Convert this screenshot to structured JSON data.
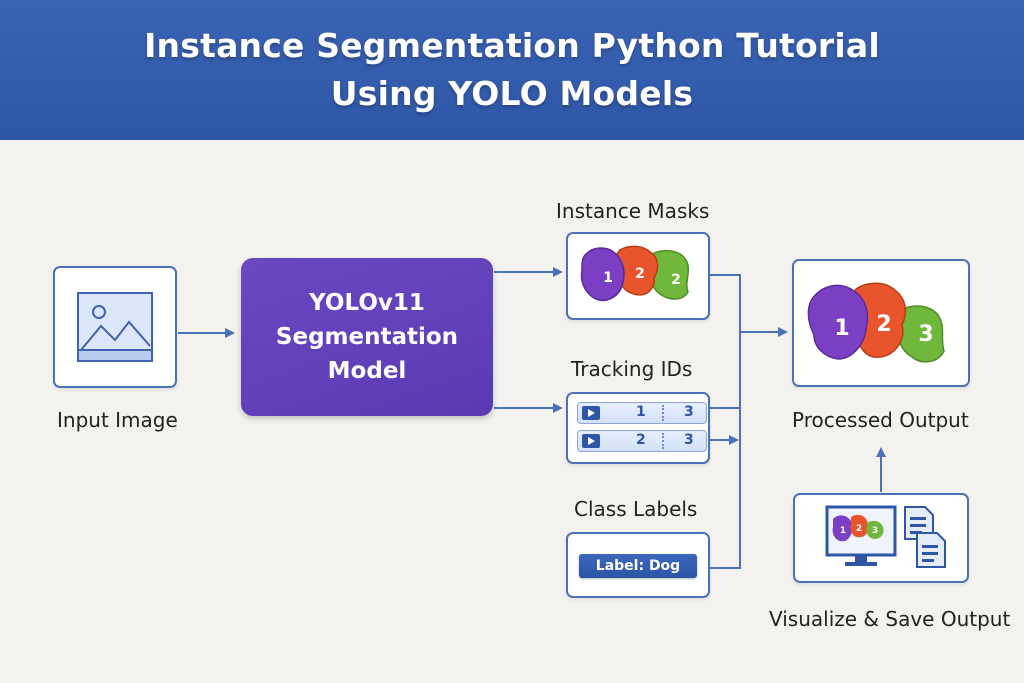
{
  "header": {
    "title_line1": "Instance Segmentation Python Tutorial",
    "title_line2": "Using YOLO Models"
  },
  "nodes": {
    "input": {
      "label": "Input Image"
    },
    "model": {
      "label": "YOLOv11\nSegmentation\nModel"
    },
    "masks": {
      "label": "Instance Masks",
      "ids": [
        "1",
        "2",
        "2"
      ]
    },
    "tracking": {
      "label": "Tracking IDs",
      "rows": [
        {
          "id": "1",
          "value": "3"
        },
        {
          "id": "2",
          "value": "3"
        }
      ]
    },
    "class_labels": {
      "label": "Class Labels",
      "badge": "Label: Dog"
    },
    "output": {
      "label": "Processed Output",
      "ids": [
        "1",
        "2",
        "3"
      ]
    },
    "visualize": {
      "label": "Visualize & Save Output",
      "ids": [
        "1",
        "2",
        "3"
      ]
    }
  },
  "colors": {
    "header": "#2f56a6",
    "accent": "#4a72b8",
    "model": "#5a3ab3",
    "mask_purple": "#7b3fc4",
    "mask_orange": "#e8552c",
    "mask_green": "#6fb83c"
  },
  "icons": [
    "image-icon",
    "play-icon",
    "monitor-icon",
    "document-icon"
  ]
}
